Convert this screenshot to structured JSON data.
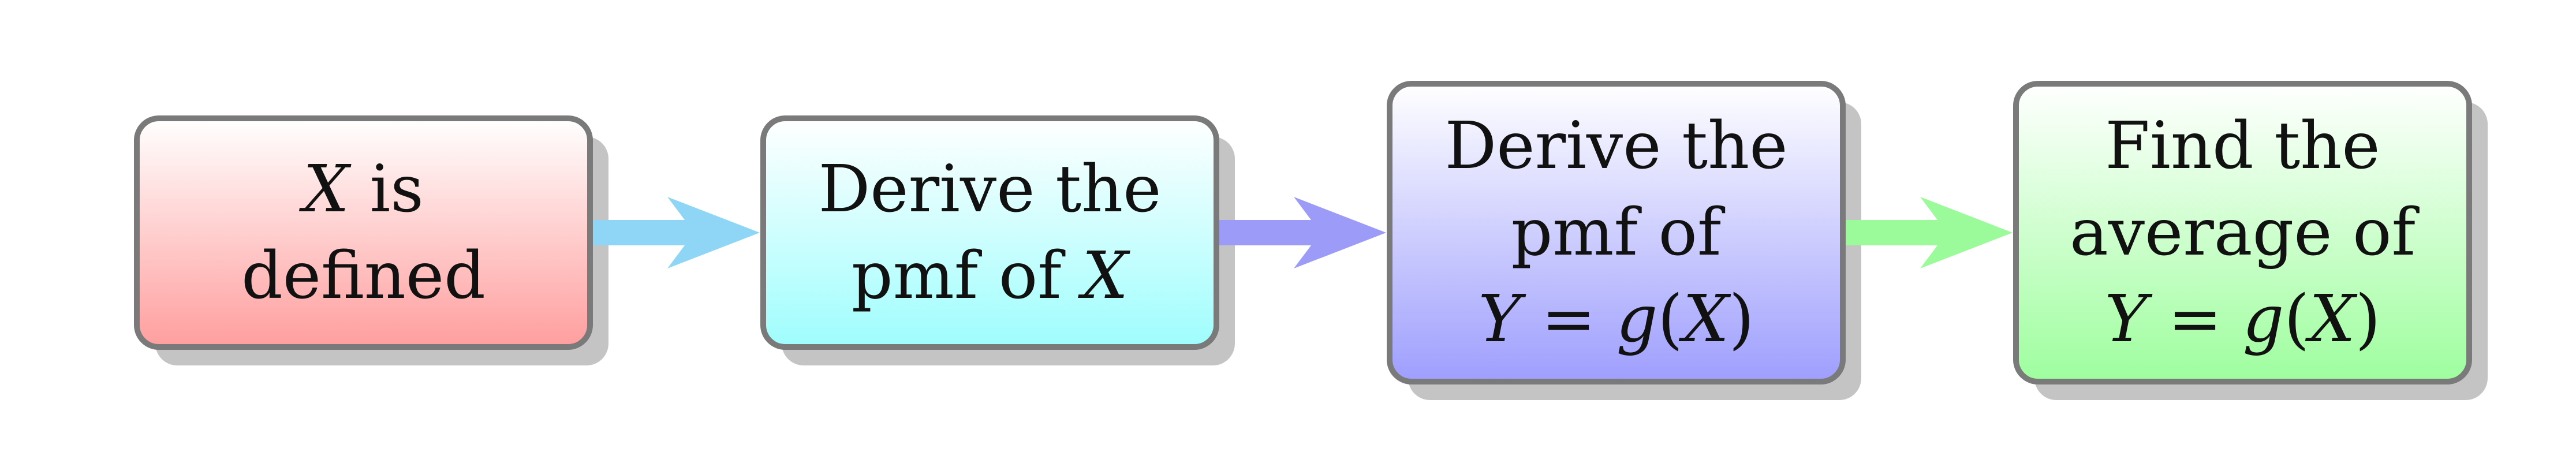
{
  "diagram": {
    "steps": [
      {
        "id": "step-1",
        "lines": [
          [
            {
              "text": "X",
              "math": true
            },
            {
              "text": " is",
              "math": false
            }
          ],
          [
            {
              "text": "defined",
              "math": false
            }
          ]
        ],
        "fill_top": "#ffffff",
        "fill_bottom": "#ff9e9e"
      },
      {
        "id": "step-2",
        "lines": [
          [
            {
              "text": "Derive the",
              "math": false
            }
          ],
          [
            {
              "text": "pmf of ",
              "math": false
            },
            {
              "text": "X",
              "math": true
            }
          ]
        ],
        "fill_top": "#ffffff",
        "fill_bottom": "#9ffdfd"
      },
      {
        "id": "step-3",
        "lines": [
          [
            {
              "text": "Derive the",
              "math": false
            }
          ],
          [
            {
              "text": "pmf of",
              "math": false
            }
          ],
          [
            {
              "text": "Y",
              "math": true
            },
            {
              "text": " = ",
              "math": false
            },
            {
              "text": "g",
              "math": true
            },
            {
              "text": "(",
              "math": false
            },
            {
              "text": "X",
              "math": true
            },
            {
              "text": ")",
              "math": false
            }
          ]
        ],
        "fill_top": "#ffffff",
        "fill_bottom": "#9e9efe"
      },
      {
        "id": "step-4",
        "lines": [
          [
            {
              "text": "Find the",
              "math": false
            }
          ],
          [
            {
              "text": "average of",
              "math": false
            }
          ],
          [
            {
              "text": "Y",
              "math": true
            },
            {
              "text": " = ",
              "math": false
            },
            {
              "text": "g",
              "math": true
            },
            {
              "text": "(",
              "math": false
            },
            {
              "text": "X",
              "math": true
            },
            {
              "text": ")",
              "math": false
            }
          ]
        ],
        "fill_top": "#ffffff",
        "fill_bottom": "#9efe9e"
      }
    ],
    "arrows": [
      {
        "id": "arrow-1-2",
        "color": "#8fd6f6"
      },
      {
        "id": "arrow-2-3",
        "color": "#9c9cf8"
      },
      {
        "id": "arrow-3-4",
        "color": "#9bfb9b"
      }
    ],
    "border_color": "#7a7a7a",
    "shadow_color": "#c4c4c4"
  }
}
